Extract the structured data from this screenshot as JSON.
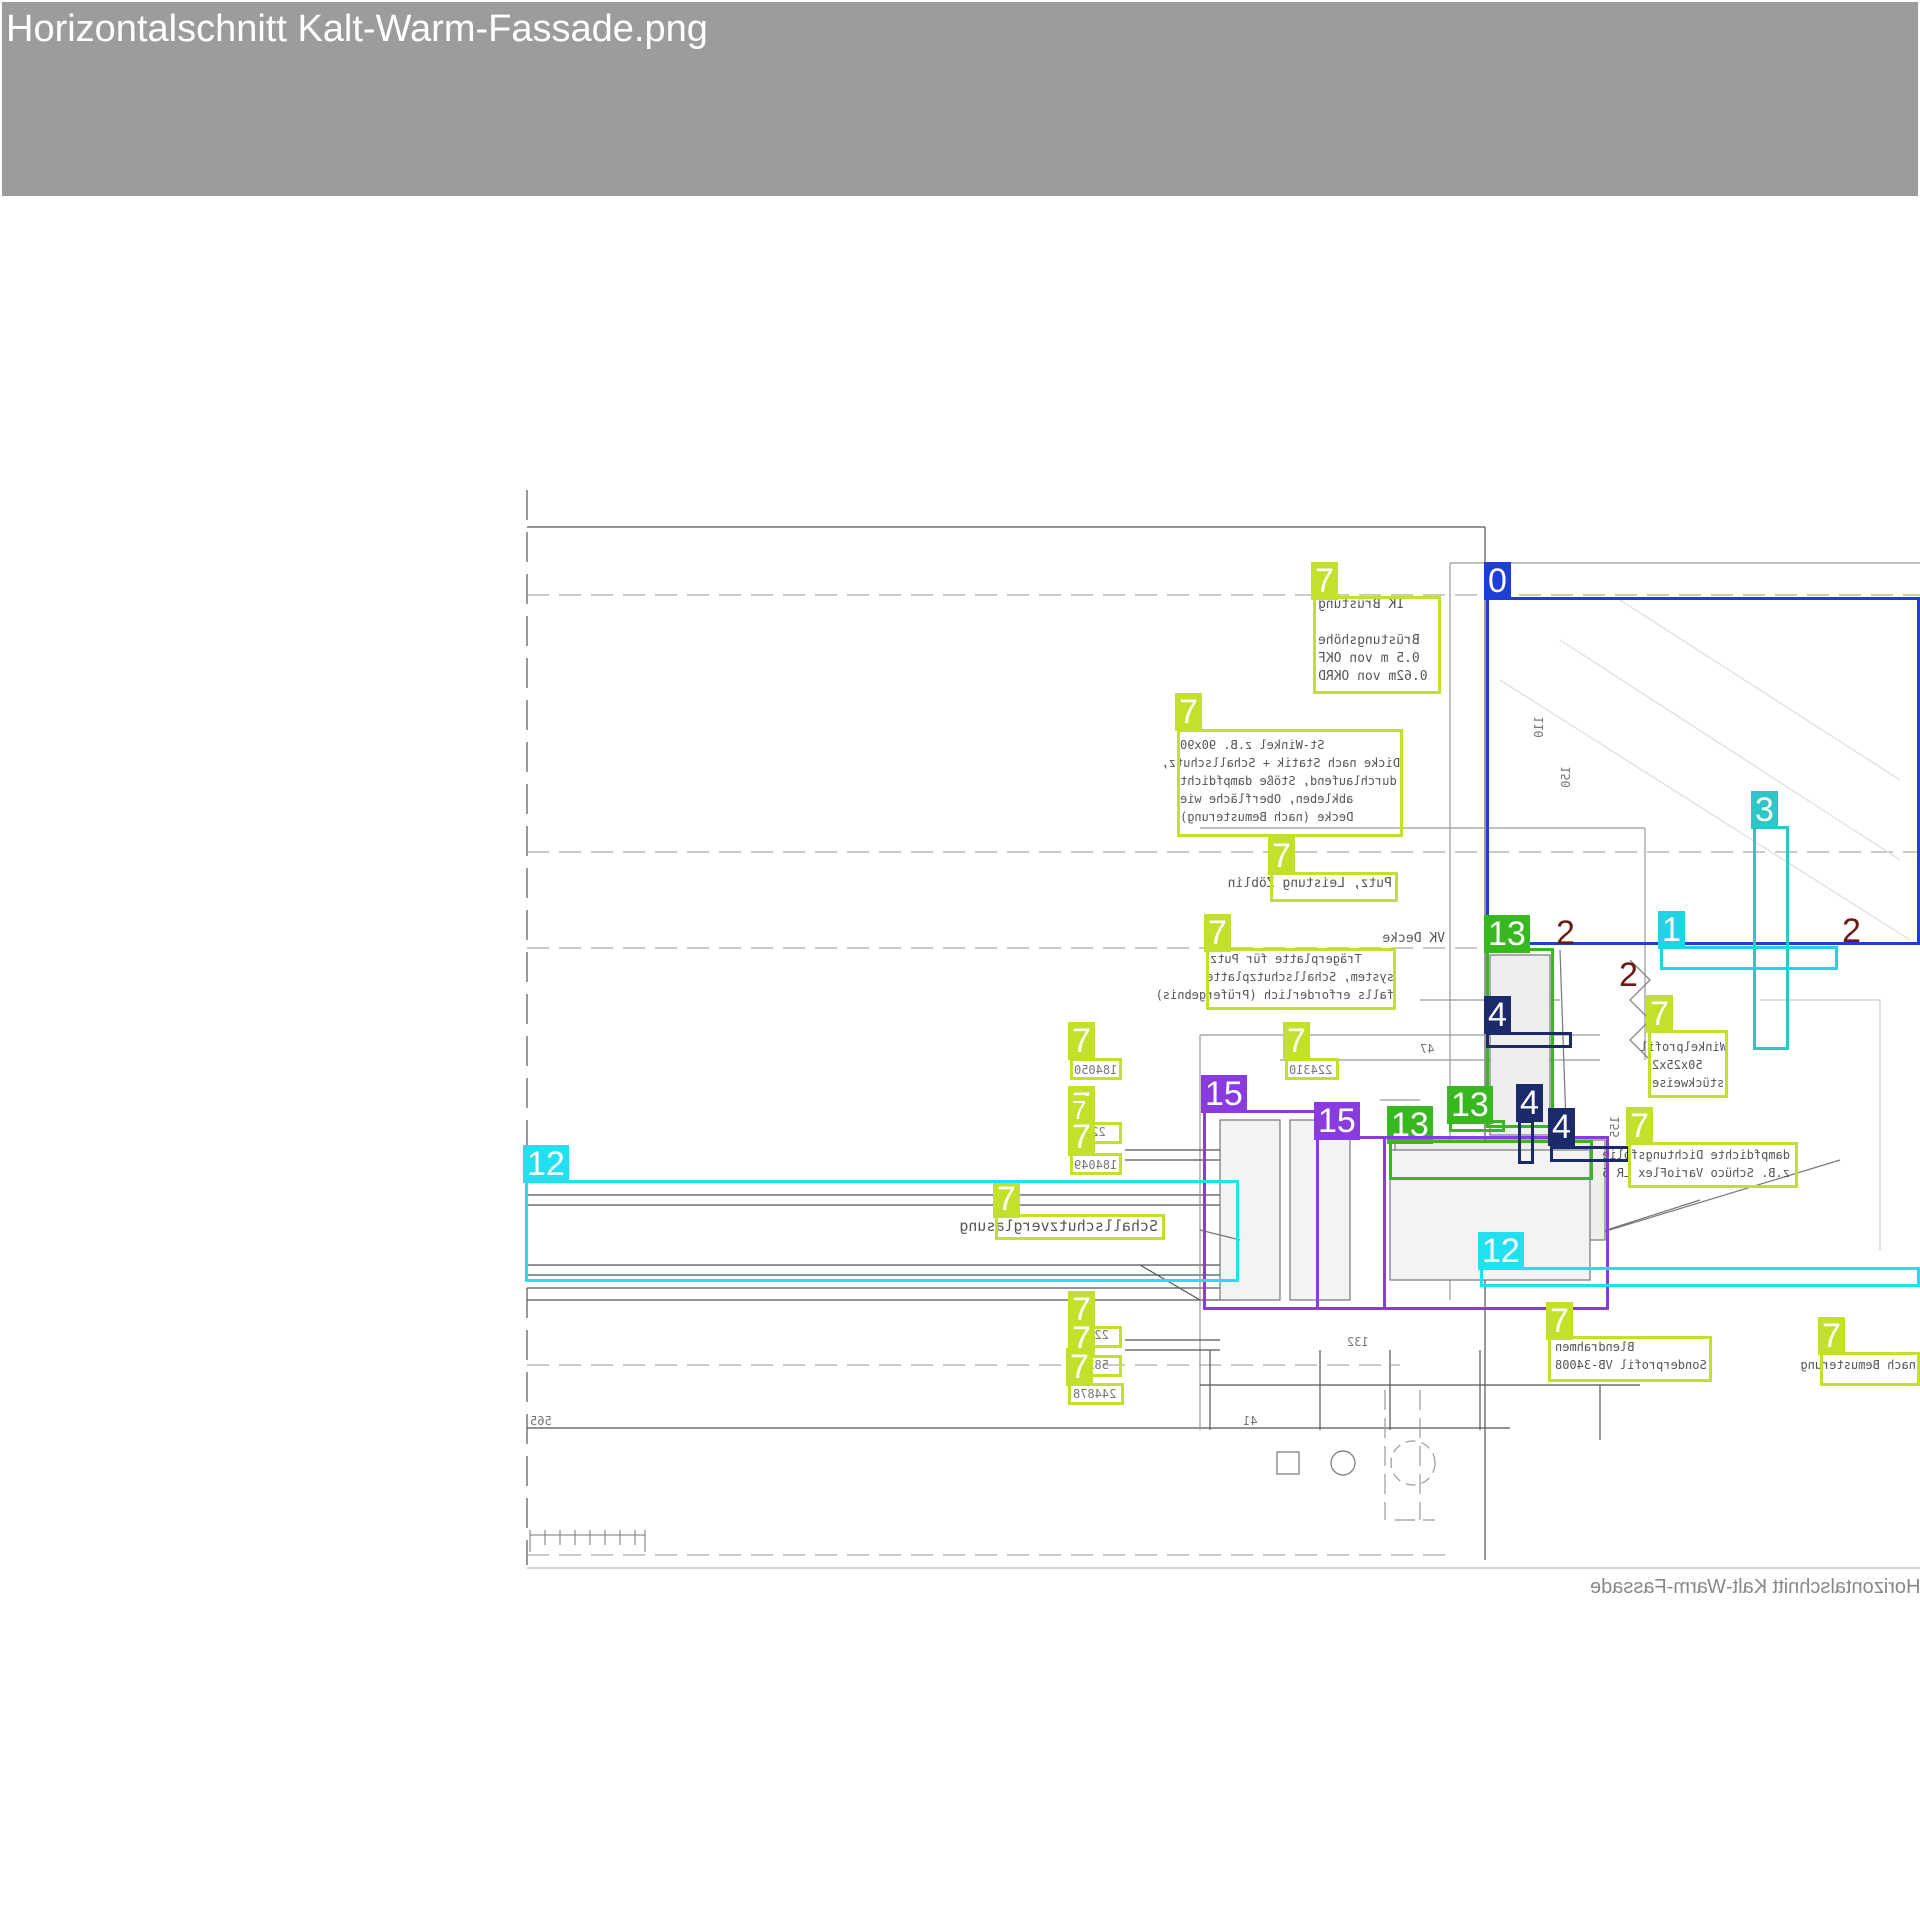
{
  "window": {
    "title": "Horizontalschnitt Kalt-Warm-Fassade.png"
  },
  "colors": {
    "c0": "#1e3ed6",
    "c1": "#22d3e6",
    "c2": "#6b1b0f",
    "c3": "#2ec6c6",
    "c4": "#1b2a6b",
    "c7": "#c5e02a",
    "c12": "#22e0f0",
    "c13": "#36b81e",
    "c15": "#8a3be0",
    "drawing_line": "#555555"
  },
  "annotations": [
    {
      "label": "0",
      "color": "#1e3ed6"
    },
    {
      "label": "7",
      "color": "#c5e02a"
    },
    {
      "label": "7",
      "color": "#c5e02a"
    },
    {
      "label": "7",
      "color": "#c5e02a"
    },
    {
      "label": "3",
      "color": "#2ec6c6"
    },
    {
      "label": "13",
      "color": "#36b81e"
    },
    {
      "label": "2",
      "color": "#6b1b0f"
    },
    {
      "label": "1",
      "color": "#22d3e6"
    },
    {
      "label": "2",
      "color": "#6b1b0f"
    },
    {
      "label": "7",
      "color": "#c5e02a"
    },
    {
      "label": "2",
      "color": "#6b1b0f"
    },
    {
      "label": "4",
      "color": "#1b2a6b"
    },
    {
      "label": "7",
      "color": "#c5e02a"
    },
    {
      "label": "7",
      "color": "#c5e02a"
    },
    {
      "label": "7",
      "color": "#c5e02a"
    },
    {
      "label": "15",
      "color": "#8a3be0"
    },
    {
      "label": "15",
      "color": "#8a3be0"
    },
    {
      "label": "7",
      "color": "#c5e02a"
    },
    {
      "label": "13",
      "color": "#36b81e"
    },
    {
      "label": "13",
      "color": "#36b81e"
    },
    {
      "label": "4",
      "color": "#1b2a6b"
    },
    {
      "label": "4",
      "color": "#1b2a6b"
    },
    {
      "label": "7",
      "color": "#c5e02a"
    },
    {
      "label": "7",
      "color": "#c5e02a"
    },
    {
      "label": "7",
      "color": "#c5e02a"
    },
    {
      "label": "12",
      "color": "#22e0f0"
    },
    {
      "label": "7",
      "color": "#c5e02a"
    },
    {
      "label": "12",
      "color": "#22e0f0"
    },
    {
      "label": "7",
      "color": "#c5e02a"
    },
    {
      "label": "7",
      "color": "#c5e02a"
    },
    {
      "label": "7",
      "color": "#c5e02a"
    },
    {
      "label": "7",
      "color": "#c5e02a"
    },
    {
      "label": "7",
      "color": "#c5e02a"
    }
  ],
  "notes": {
    "brustung": "IK Brüstung\n\nBrüstungshöhe\n0.5 m von OKF\n0.62m von OKRD",
    "winkel": "St-Winkel z.B. 90x90\nDicke nach Statik + Schallschutz,\ndurchlaufend, Stöße dampfdicht\nabkleben, Oberfläche wie\nDecke (nach Bemusterung)",
    "putz": "Putz, Leistung Zöblin",
    "vk_decke": "VK Decke",
    "traegerplatte": "Trägerplatte für Putz\nsystem, Schallschutzplatte\nfalls erforderlich (Prüfergebnis)",
    "winkelprofil": "Winkelprofil\n50x25x2\nstückweise",
    "dampfsperre": "dampfdichte Dichtungsfolie\nz.B. Schüco VarioFlex LR 5",
    "schallschutz": "Schallschutzverglasung",
    "blendrahmen": "Blendrahmen\nSonderprofil VB-34008",
    "bemusterung": "nach Bemusterung"
  },
  "dims": {
    "d184050": "184050",
    "d224310": "224310",
    "d224": "224",
    "d184049": "184049",
    "d2241": "2241",
    "d5824": "5824",
    "d244878": "244878",
    "d565": "565",
    "d132": "132",
    "d41": "41",
    "d47": "47",
    "d150": "150",
    "d110": "110",
    "d155": "155"
  },
  "caption": "Horizontalschnitt Kalt-Warm-Fassade"
}
